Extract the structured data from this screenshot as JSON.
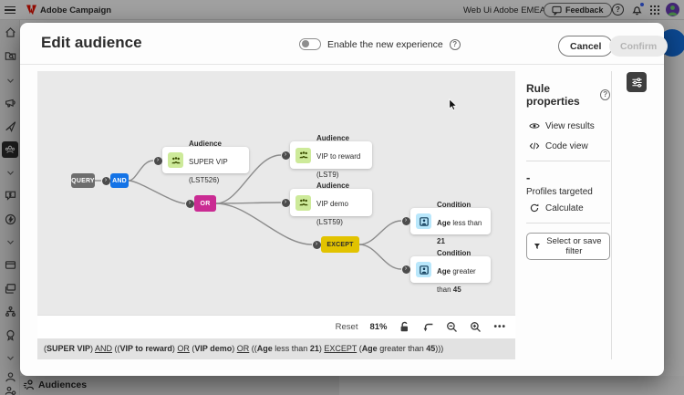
{
  "topbar": {
    "app_name": "Adobe Campaign",
    "env_label": "Web Ui Adobe EMEA",
    "feedback_label": "Feedback",
    "icons": [
      "hamburger-icon",
      "adobe-logo",
      "feedback-chat-icon",
      "help-icon",
      "bell-icon",
      "notification-dot",
      "app-grid-icon",
      "avatar"
    ]
  },
  "sidebar": {
    "icons": [
      "home",
      "explorer",
      "chevron-down",
      "campaigns-megaphone",
      "deliveries-send",
      "audiences-group",
      "chevron-down",
      "offers-chat",
      "activities-bolt",
      "chevron-down",
      "plans-card",
      "content-stack",
      "hierarchy",
      "badge",
      "chevron-down",
      "profile-person",
      "admin-person-gear"
    ],
    "selected": "audiences-group"
  },
  "modal": {
    "title": "Edit audience",
    "toggle_label": "Enable the new experience",
    "cancel_label": "Cancel",
    "confirm_label": "Confirm"
  },
  "graph": {
    "operators": {
      "query": "QUERY",
      "and": "AND",
      "or": "OR",
      "except": "EXCEPT"
    },
    "cards": [
      {
        "type": "Audience",
        "name": "SUPER VIP (LST526)"
      },
      {
        "type": "Audience",
        "name": "VIP to reward (LST9)"
      },
      {
        "type": "Audience",
        "name": "VIP demo (LST59)"
      },
      {
        "type": "Condition",
        "field": "Age",
        "op": " less than ",
        "value": "21"
      },
      {
        "type": "Condition",
        "field": "Age",
        "op": " greater than ",
        "value": "45"
      }
    ]
  },
  "canvas_toolbar": {
    "reset_label": "Reset",
    "zoom_level": "81%",
    "more_label": "•••",
    "icons": [
      "unlock-icon",
      "turn-arrow-icon",
      "zoom-out-icon",
      "zoom-in-icon",
      "more-icon"
    ]
  },
  "formula": {
    "segments": [
      {
        "t": "("
      },
      {
        "t": "SUPER VIP",
        "b": 1
      },
      {
        "t": ") "
      },
      {
        "t": "AND",
        "u": 1
      },
      {
        "t": " (("
      },
      {
        "t": "VIP to reward",
        "b": 1
      },
      {
        "t": ") "
      },
      {
        "t": "OR",
        "u": 1
      },
      {
        "t": " ("
      },
      {
        "t": "VIP demo",
        "b": 1
      },
      {
        "t": ") "
      },
      {
        "t": "OR",
        "u": 1
      },
      {
        "t": " (("
      },
      {
        "t": "Age",
        "b": 1
      },
      {
        "t": " less than "
      },
      {
        "t": "21",
        "b": 1
      },
      {
        "t": ") "
      },
      {
        "t": "EXCEPT",
        "u": 1
      },
      {
        "t": " ("
      },
      {
        "t": "Age",
        "b": 1
      },
      {
        "t": " greater than "
      },
      {
        "t": "45",
        "b": 1
      },
      {
        "t": ")))"
      }
    ]
  },
  "panel": {
    "title": "Rule properties",
    "view_results": "View results",
    "code_view": "Code view",
    "count_placeholder": "-",
    "profiles_label": "Profiles targeted",
    "calculate_label": "Calculate",
    "filter_button_label": "Select or save filter"
  },
  "page": {
    "section_title": "Audiences"
  },
  "colors": {
    "and_node": "#1473e6",
    "or_node": "#ca2b93",
    "except_node": "#e2c300",
    "query_node": "#6d6d6d",
    "audience_icon_bg": "#cdea9a",
    "condition_icon_bg": "#b9e7fb",
    "accent_blue": "#1473e6",
    "notification_dot": "#3b63fb"
  }
}
